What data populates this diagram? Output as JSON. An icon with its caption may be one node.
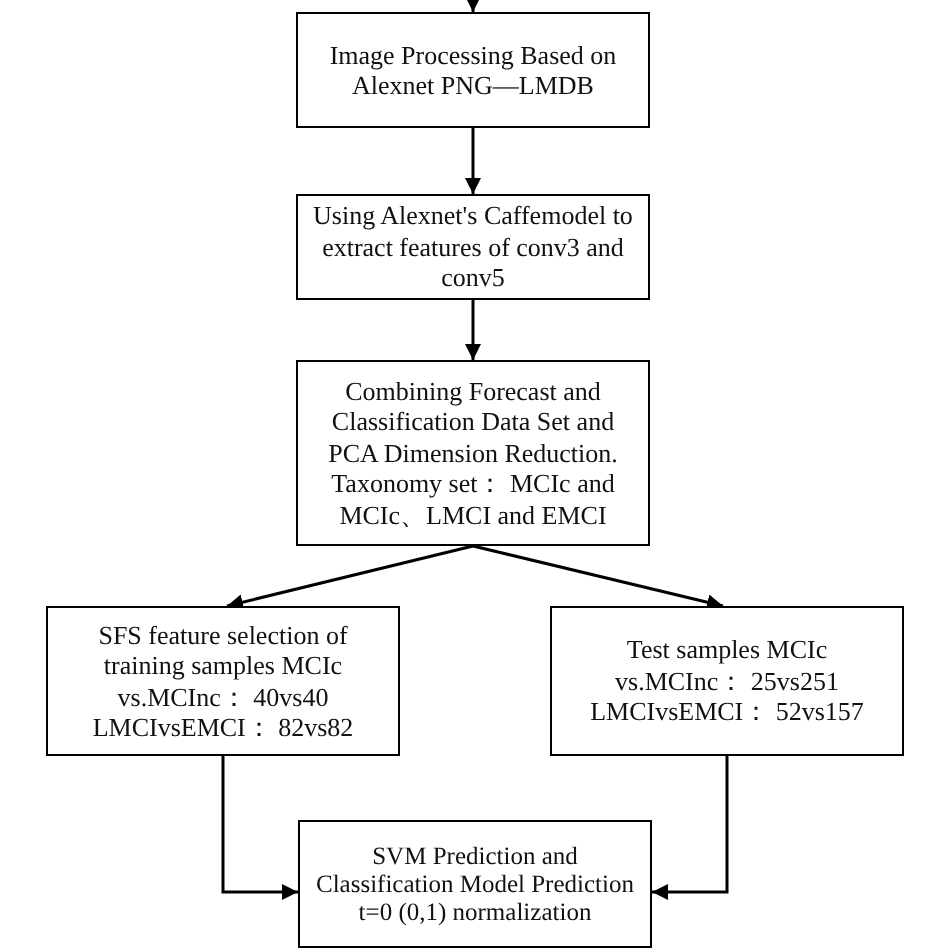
{
  "diagram": {
    "nodes": [
      {
        "text": [
          "Image Processing Based on Alexnet PNG—LMDB"
        ]
      },
      {
        "text": [
          "Using Alexnet's Caffemodel to extract features of conv3 and conv5"
        ]
      },
      {
        "text": [
          "Combining Forecast and Classification Data Set and PCA Dimension Reduction. Taxonomy set： MCIc and MCIc、LMCI and EMCI"
        ]
      },
      {
        "text": [
          "SFS feature selection of training samples MCIc vs.MCInc： 40vs40 LMCIvsEMCI： 82vs82"
        ]
      },
      {
        "text": [
          "Test samples MCIc vs.MCInc： 25vs251 LMCIvsEMCI： 52vs157"
        ]
      },
      {
        "text": [
          "SVM Prediction and Classification Model Prediction t=0 (0,1) normalization"
        ]
      }
    ],
    "edges": [
      {
        "from": null,
        "to": 0,
        "arrow": "to"
      },
      {
        "from": 0,
        "to": 1,
        "arrow": "to"
      },
      {
        "from": 1,
        "to": 2,
        "arrow": "to"
      },
      {
        "from": 2,
        "to": 3,
        "arrow": "to"
      },
      {
        "from": 2,
        "to": 4,
        "arrow": "to"
      },
      {
        "from": 3,
        "to": 5,
        "arrow": "to"
      },
      {
        "from": 4,
        "to": 5,
        "arrow": "to"
      }
    ]
  }
}
